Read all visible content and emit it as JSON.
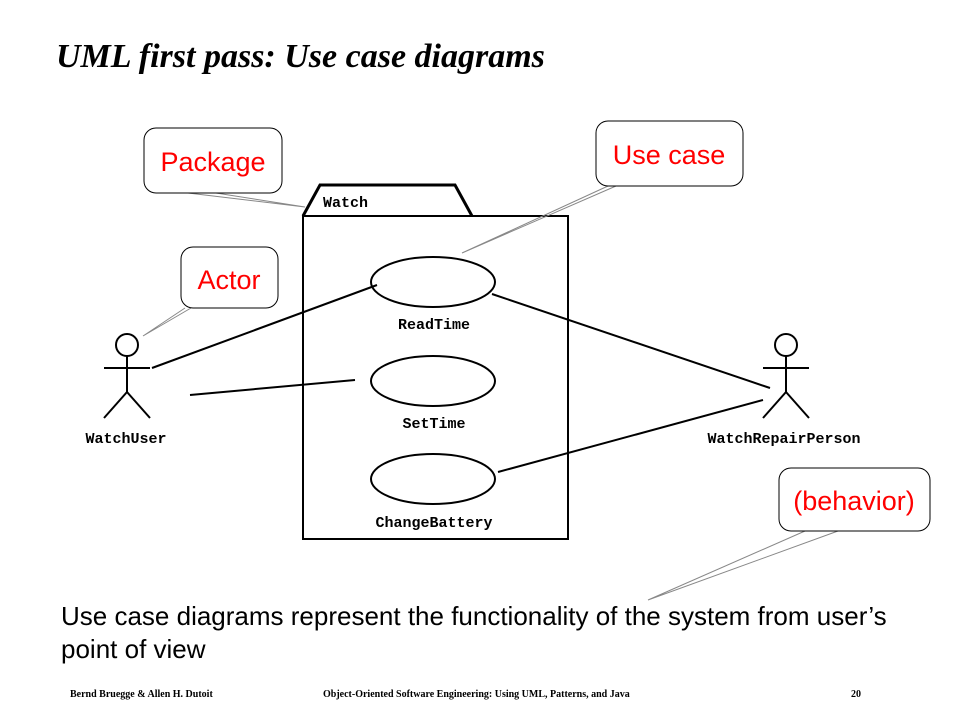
{
  "slide": {
    "title": "UML first pass: Use case diagrams",
    "body": "Use case diagrams represent the functionality of the system from user’s point of view"
  },
  "diagram": {
    "package_name": "Watch",
    "actors": [
      "WatchUser",
      "WatchRepairPerson"
    ],
    "use_cases": [
      "ReadTime",
      "SetTime",
      "ChangeBattery"
    ],
    "callouts": {
      "package": "Package",
      "use_case": "Use case",
      "actor": "Actor",
      "behavior": "(behavior)"
    },
    "callout_text_color": "#ff0000"
  },
  "footer": {
    "authors": "Bernd Bruegge & Allen H. Dutoit",
    "book": "Object-Oriented Software Engineering: Using UML, Patterns, and Java",
    "page": "20"
  }
}
